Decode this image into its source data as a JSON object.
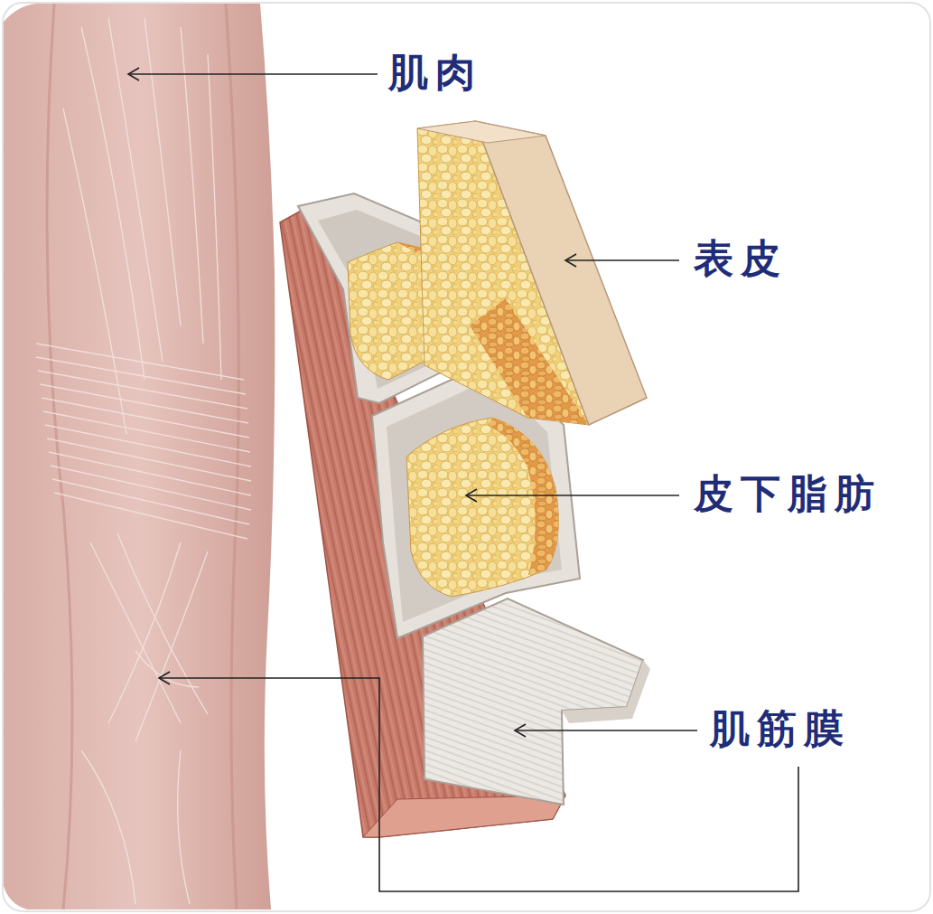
{
  "diagram": {
    "labels": [
      "肌肉",
      "表皮",
      "皮下脂肪",
      "肌筋膜"
    ]
  }
}
